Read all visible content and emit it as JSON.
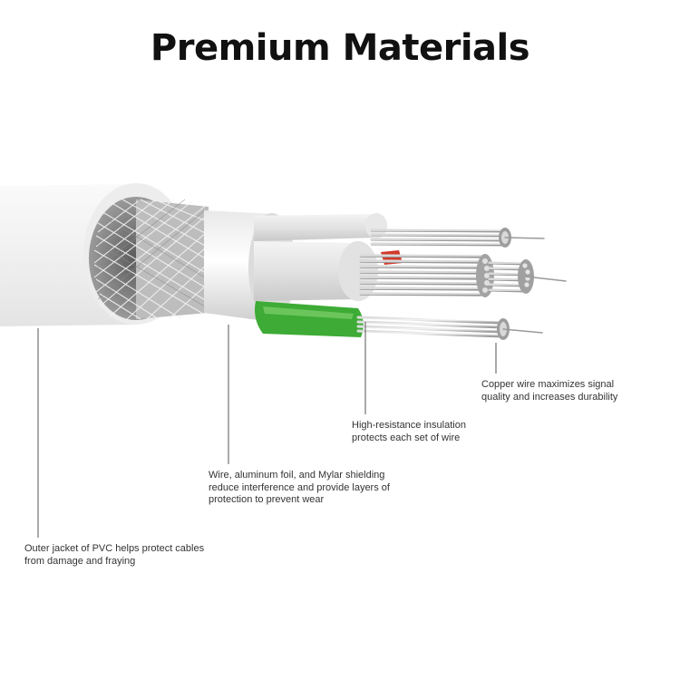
{
  "title": "Premium Materials",
  "callouts": {
    "copper": "Copper wire maximizes signal\nquality and increases durability",
    "insulation": "High-resistance insulation\nprotects each set of wire",
    "shielding": "Wire, aluminum foil, and Mylar shielding\nreduce interference and provide layers of\nprotection to prevent wear",
    "jacket": "Outer jacket of PVC helps protect cables\nfrom damage and fraying"
  },
  "colors": {
    "jacket": "#f2f2f2",
    "insulation_green": "#3dab35",
    "insulation_red": "#d23a2a",
    "wire": "#b8b8b8",
    "text": "#333333",
    "title": "#111111"
  }
}
